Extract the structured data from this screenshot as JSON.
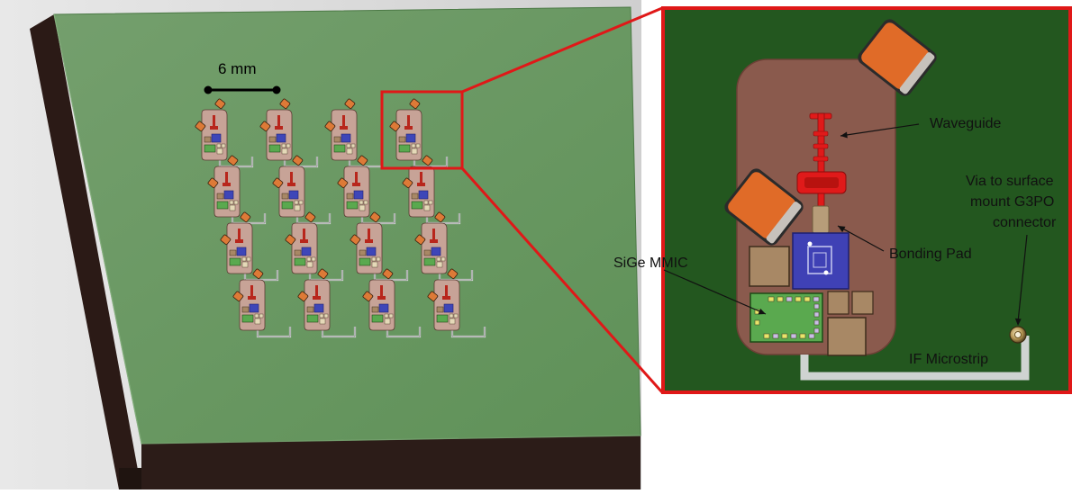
{
  "scale_bar": {
    "label": "6 mm"
  },
  "callouts": {
    "waveguide": "Waveguide",
    "via_line1": "Via to surface",
    "via_line2": "mount G3PO",
    "via_line3": "connector",
    "bonding_pad": "Bonding Pad",
    "mmic": "SiGe MMIC",
    "if_microstrip": "IF Microstrip"
  },
  "array": {
    "rows": 4,
    "columns": 4
  },
  "colors": {
    "pcb_green": "#6e9e68",
    "pcb_side": "#2a1b17",
    "zoom_bg": "#23571f",
    "substrate": "#8a5a4d",
    "copper_block": "#e06b28",
    "mmic_chip": "#5aa94f",
    "bonding_chip": "#3f41b5",
    "waveguide": "#e01a1a",
    "pads": "#a88865",
    "highlight": "#e01818"
  }
}
